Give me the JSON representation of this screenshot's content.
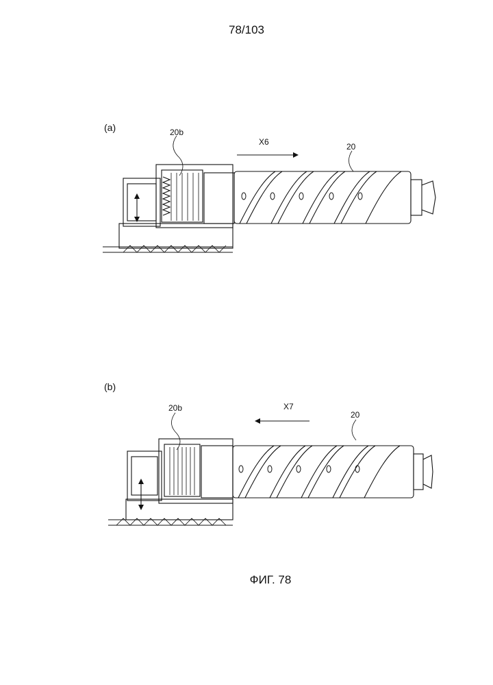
{
  "page_number": "78/103",
  "figures": [
    {
      "panel": "(a)",
      "label_bellows": "20b",
      "label_arrow": "X6",
      "label_container": "20"
    },
    {
      "panel": "(b)",
      "label_bellows": "20b",
      "label_arrow": "X7",
      "label_container": "20"
    }
  ],
  "caption": "ФИГ. 78"
}
